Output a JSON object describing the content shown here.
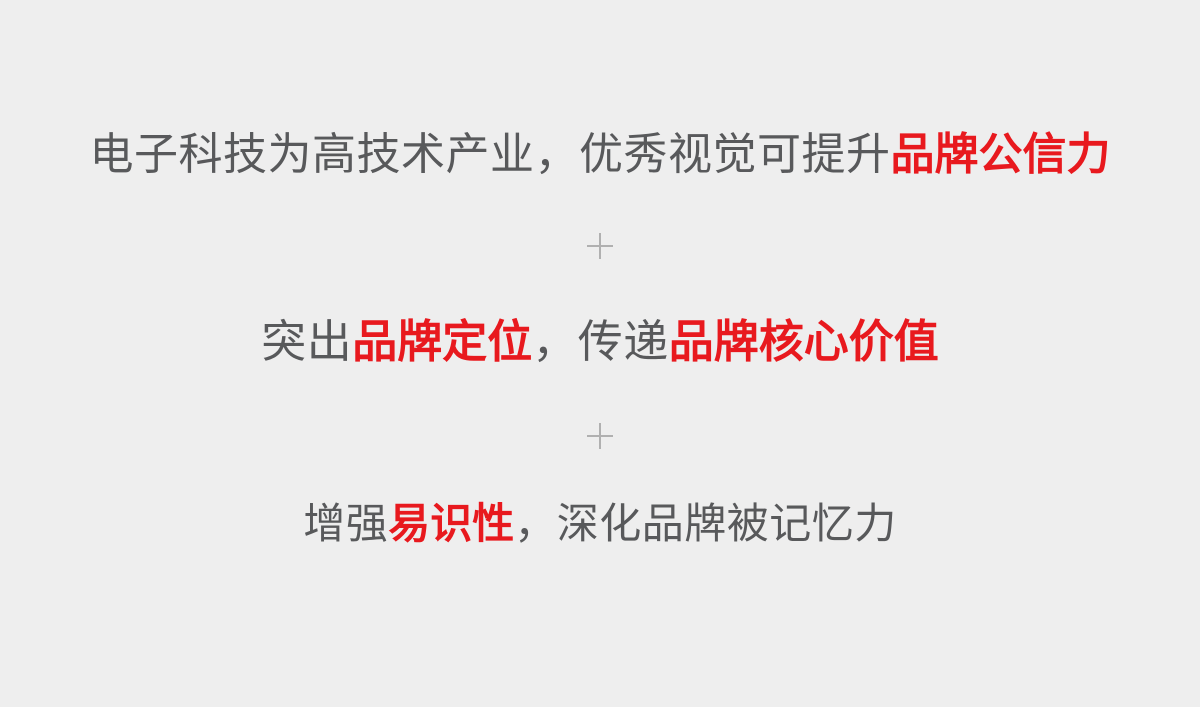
{
  "slide": {
    "background_color": "#eeeeee",
    "text_color": "#58595b",
    "accent_color": "#e8191e",
    "separator_color": "#b0b0b0",
    "lines": [
      {
        "id": "line-1",
        "full_text": "电子科技为高技术产业，优秀视觉可提升品牌公信力",
        "segments": [
          {
            "text": "电子科技为高技术产业，优秀视觉可提升",
            "emphasis": false
          },
          {
            "text": "品牌公信力",
            "emphasis": true
          }
        ]
      },
      {
        "id": "line-2",
        "full_text": "突出品牌定位，传递品牌核心价值",
        "segments": [
          {
            "text": "突出",
            "emphasis": false
          },
          {
            "text": "品牌定位",
            "emphasis": true
          },
          {
            "text": "，传递",
            "emphasis": false
          },
          {
            "text": "品牌核心价值",
            "emphasis": true
          }
        ]
      },
      {
        "id": "line-3",
        "full_text": "增强易识性，深化品牌被记忆力",
        "segments": [
          {
            "text": "增强",
            "emphasis": false
          },
          {
            "text": "易识性",
            "emphasis": true
          },
          {
            "text": "，深化品牌被记忆力",
            "emphasis": false
          }
        ]
      }
    ],
    "separators": [
      {
        "id": "separator-1",
        "icon": "plus-icon"
      },
      {
        "id": "separator-2",
        "icon": "plus-icon"
      }
    ]
  }
}
